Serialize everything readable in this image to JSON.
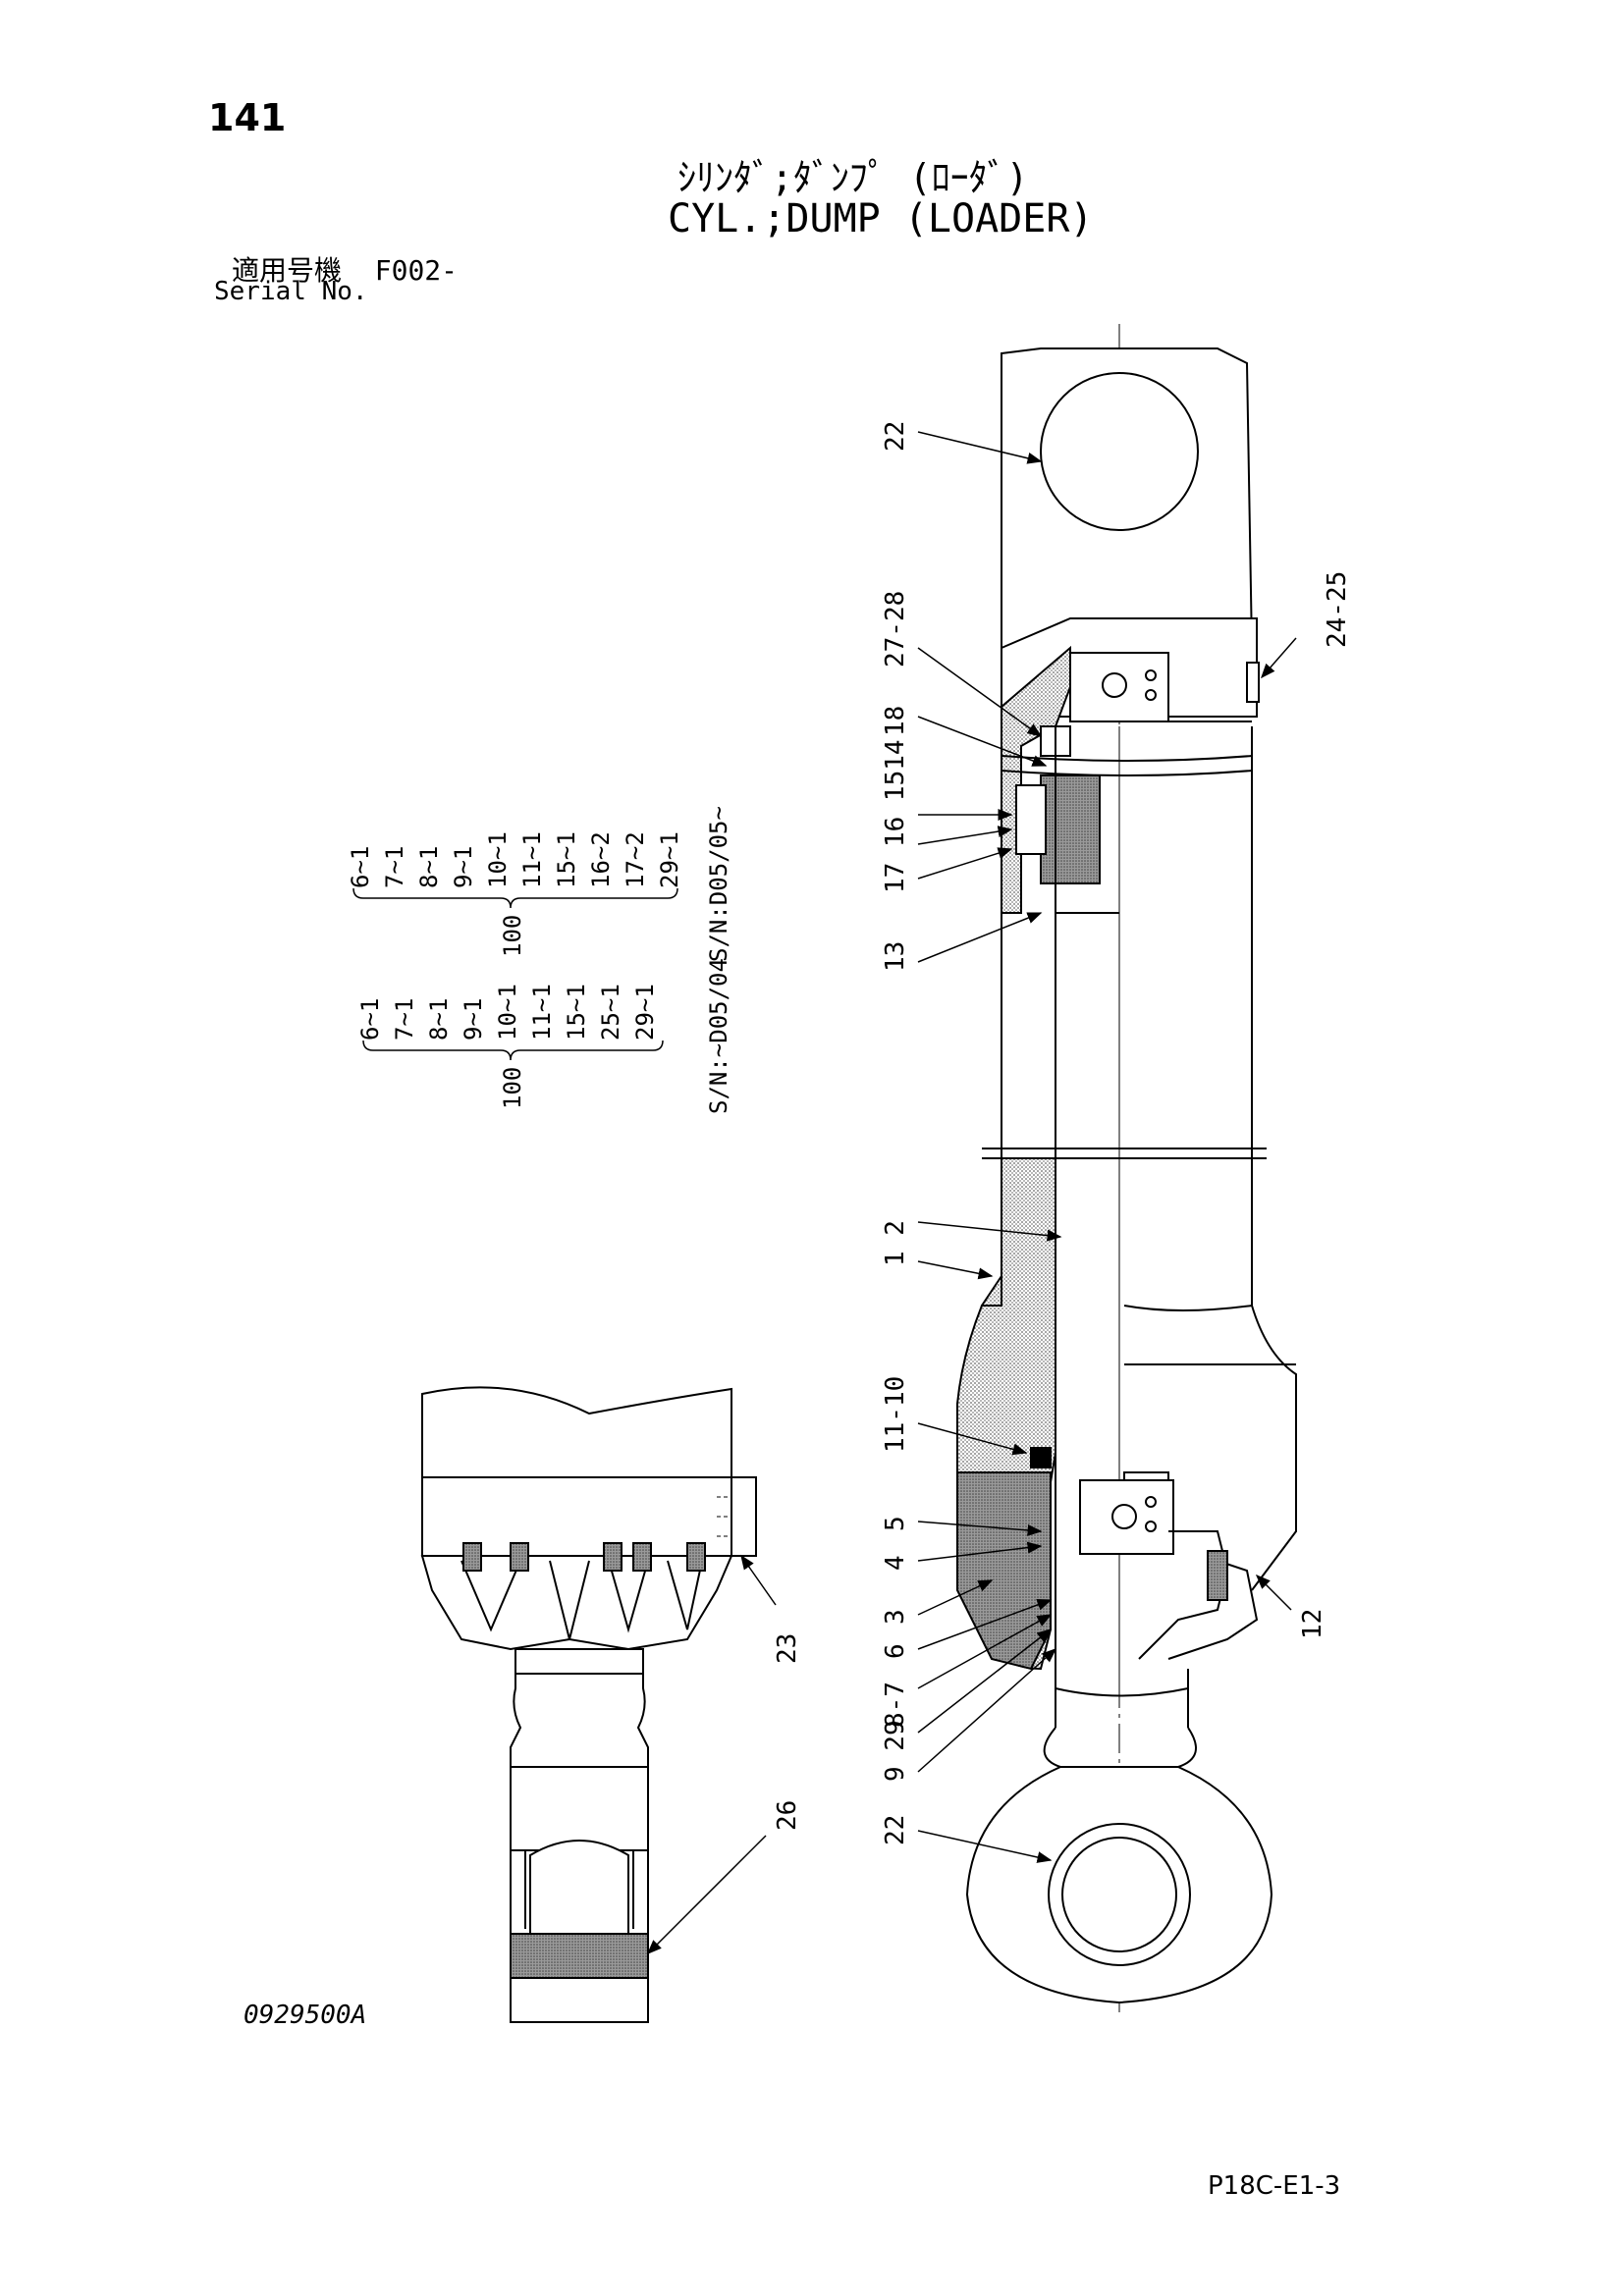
{
  "header": {
    "page_number": "141",
    "title_jp": "ｼﾘﾝﾀﾞ;ﾀﾞﾝﾌﾟ (ﾛｰﾀﾞ)",
    "title_en": "CYL.;DUMP (LOADER)",
    "serial_label_jp": "適用号機",
    "serial_value": "F002-",
    "serial_label_en": "Serial No."
  },
  "footer": {
    "drawing_number": "0929500A",
    "page_code": "P18C-E1-3"
  },
  "callouts": [
    {
      "id": "c22top",
      "text": "22"
    },
    {
      "id": "c2425",
      "text": "24-25"
    },
    {
      "id": "c2728",
      "text": "27-28"
    },
    {
      "id": "c18",
      "text": "18"
    },
    {
      "id": "c1514",
      "text": "17 16 1514"
    },
    {
      "id": "c13",
      "text": "13"
    },
    {
      "id": "c12a",
      "text": "1 2"
    },
    {
      "id": "c1110",
      "text": "11-10"
    },
    {
      "id": "c5",
      "text": "5"
    },
    {
      "id": "c4",
      "text": "4"
    },
    {
      "id": "c3",
      "text": "3"
    },
    {
      "id": "c6",
      "text": "6"
    },
    {
      "id": "c87",
      "text": "8-7"
    },
    {
      "id": "c29",
      "text": "9 29"
    },
    {
      "id": "c22bot",
      "text": "22"
    },
    {
      "id": "c12",
      "text": "12"
    },
    {
      "id": "c23",
      "text": "23"
    },
    {
      "id": "c26",
      "text": "26"
    }
  ],
  "kits": [
    {
      "kit_number": "100",
      "serial_range": "S/N:D05/05~",
      "items": [
        "6~1",
        "7~1",
        "8~1",
        "9~1",
        "10~1",
        "11~1",
        "15~1",
        "16~2",
        "17~2",
        "29~1"
      ]
    },
    {
      "kit_number": "100",
      "serial_range": "S/N:~D05/04",
      "items": [
        "6~1",
        "7~1",
        "8~1",
        "9~1",
        "10~1",
        "11~1",
        "15~1",
        "25~1",
        "29~1"
      ]
    }
  ]
}
